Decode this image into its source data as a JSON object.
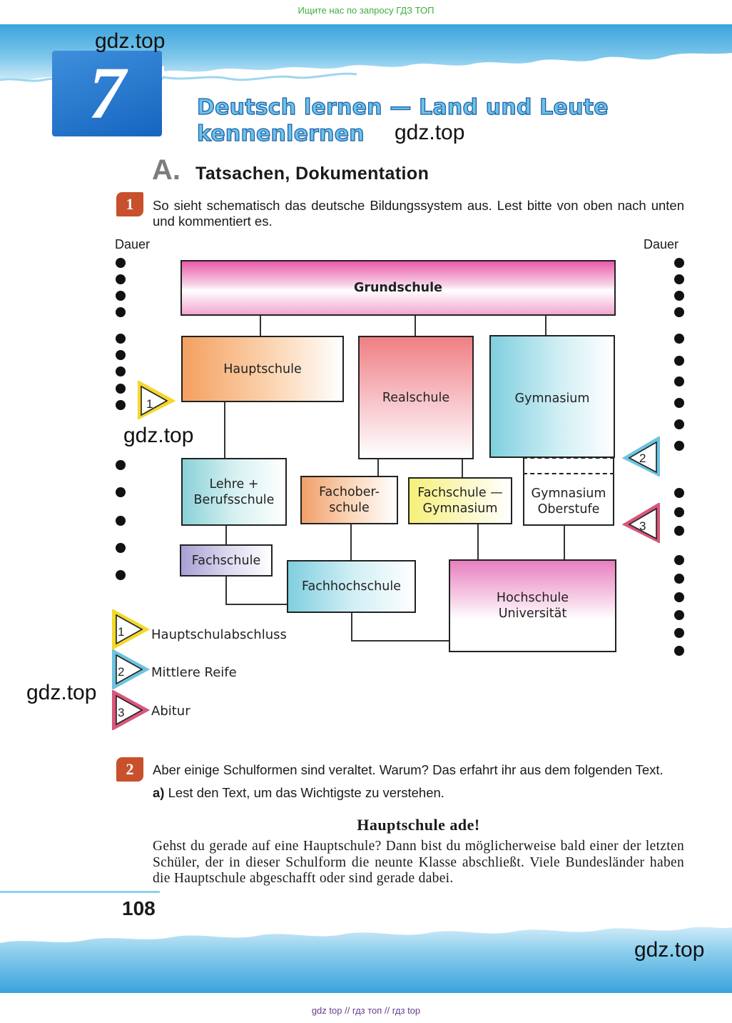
{
  "top_link": "Ищите нас по запросу ГДЗ ТОП",
  "bottom_link": "gdz top  //  гдз топ  //  гдз top",
  "chapter": {
    "number": "7",
    "title": "Deutsch lernen — Land und Leute kennenlernen"
  },
  "section": {
    "letter": "A.",
    "title": "Tatsachen, Dokumentation"
  },
  "exercise1": {
    "number": "1",
    "text": "So sieht schematisch das deutsche Bildungssystem aus. Lest bitte von oben nach unten und kommentiert es."
  },
  "diagram": {
    "dauer_left": "Dauer",
    "dauer_right": "Dauer",
    "grundschule": "Grundschule",
    "hauptschule": "Hauptschule",
    "realschule": "Realschule",
    "gymnasium": "Gymnasium",
    "lehre": "Lehre +\nBerufsschule",
    "fachoberschule": "Fachober-\nschule",
    "fachschule_gymnasium": "Fachschule —\nGymnasium",
    "gymnasium_oberstufe": "Gymnasium\nOberstufe",
    "fachschule": "Fachschule",
    "fachhochschule": "Fachhochschule",
    "hochschule": "Hochschule\nUniversität",
    "marker_1": "1",
    "marker_2": "2",
    "marker_3": "3"
  },
  "legend": [
    {
      "num": "1",
      "label": "Hauptschulabschluss",
      "color": "#f4d82a"
    },
    {
      "num": "2",
      "label": "Mittlere Reife",
      "color": "#6cc3e0"
    },
    {
      "num": "3",
      "label": "Abitur",
      "color": "#d9567a"
    }
  ],
  "exercise2": {
    "number": "2",
    "text": "Aber einige Schulformen sind veraltet. Warum? Das erfahrt ihr aus dem folgenden Text.",
    "task_label": "a)",
    "task": "Lest den Text, um das Wichtigste zu verstehen."
  },
  "reading": {
    "title": "Hauptschule ade!",
    "body": "Gehst du gerade auf eine Hauptschule? Dann bist du möglicherweise bald einer der letzten Schüler, der in dieser Schulform die neunte Klasse abschließt. Viele Bundesländer haben die Hauptschule abgeschafft oder sind gerade dabei."
  },
  "page_number": "108",
  "watermark": "gdz.top",
  "colors": {
    "chapter_blue": "#1565c0",
    "title_fill": "#6cc3e8",
    "badge": "#c8502c"
  }
}
